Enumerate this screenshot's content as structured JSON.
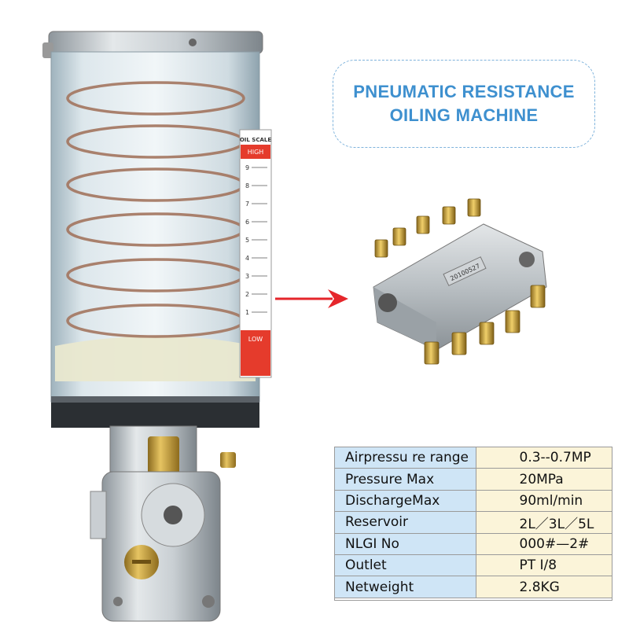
{
  "title": {
    "line1": "PNEUMATIC RESISTANCE",
    "line2": "OILING MACHINE"
  },
  "pump": {
    "scale_title": "OIL SCALE",
    "scale_high": "HIGH",
    "scale_low": "LOW",
    "scale_marks": [
      "9",
      "8",
      "7",
      "6",
      "5",
      "4",
      "3",
      "2",
      "1"
    ]
  },
  "valve": {
    "body_label": "20100527"
  },
  "specs": [
    {
      "label": "Airpressu re range",
      "value": "0.3--0.7MP"
    },
    {
      "label": "Pressure Max",
      "value": "20MPa"
    },
    {
      "label": "DischargeMax",
      "value": "90ml/min"
    },
    {
      "label": "Reservoir",
      "value": "2L／3L／5L"
    },
    {
      "label": "NLGI No",
      "value": "000#—2#"
    },
    {
      "label": "Outlet",
      "value": "PT I/8"
    },
    {
      "label": "Netweight",
      "value": "2.8KG"
    }
  ],
  "colors": {
    "title": "#3e90cf",
    "arrow": "#e5262b",
    "label_cell": "#cfe5f6",
    "value_cell": "#fbf4d9",
    "scale_red": "#e53b2c"
  }
}
